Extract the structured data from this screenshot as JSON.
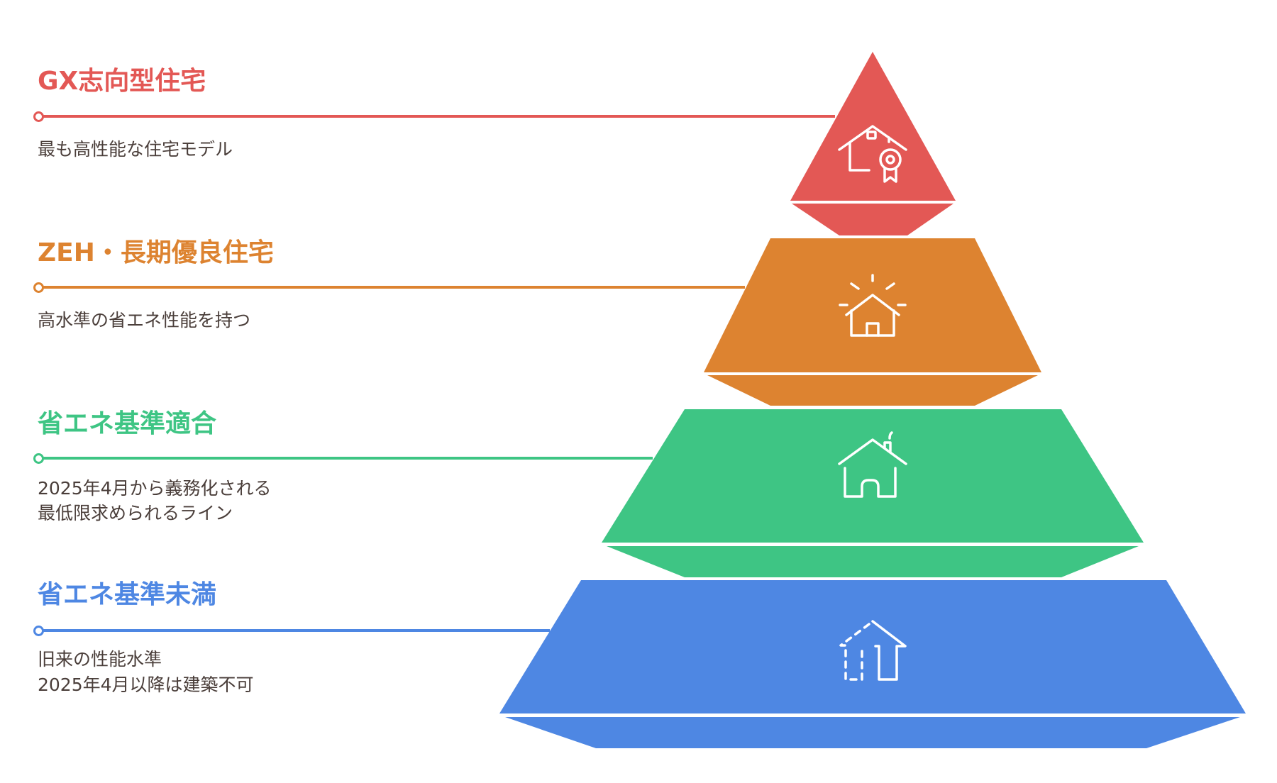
{
  "levels": [
    {
      "title": "GX志向型住宅",
      "desc": [
        "最も高性能な住宅モデル"
      ],
      "color": "#E35855",
      "icon": "house-award-icon"
    },
    {
      "title": "ZEH・長期優良住宅",
      "desc": [
        "高水準の省エネ性能を持つ"
      ],
      "color": "#DD8330",
      "icon": "house-shining-icon"
    },
    {
      "title": "省エネ基準適合",
      "desc": [
        "2025年4月から義務化される",
        "最低限求められるライン"
      ],
      "color": "#3EC584",
      "icon": "house-chimney-icon"
    },
    {
      "title": "省エネ基準未満",
      "desc": [
        "旧来の性能水準",
        "2025年4月以降は建築不可"
      ],
      "color": "#4E87E3",
      "icon": "house-dashed-icon"
    }
  ]
}
